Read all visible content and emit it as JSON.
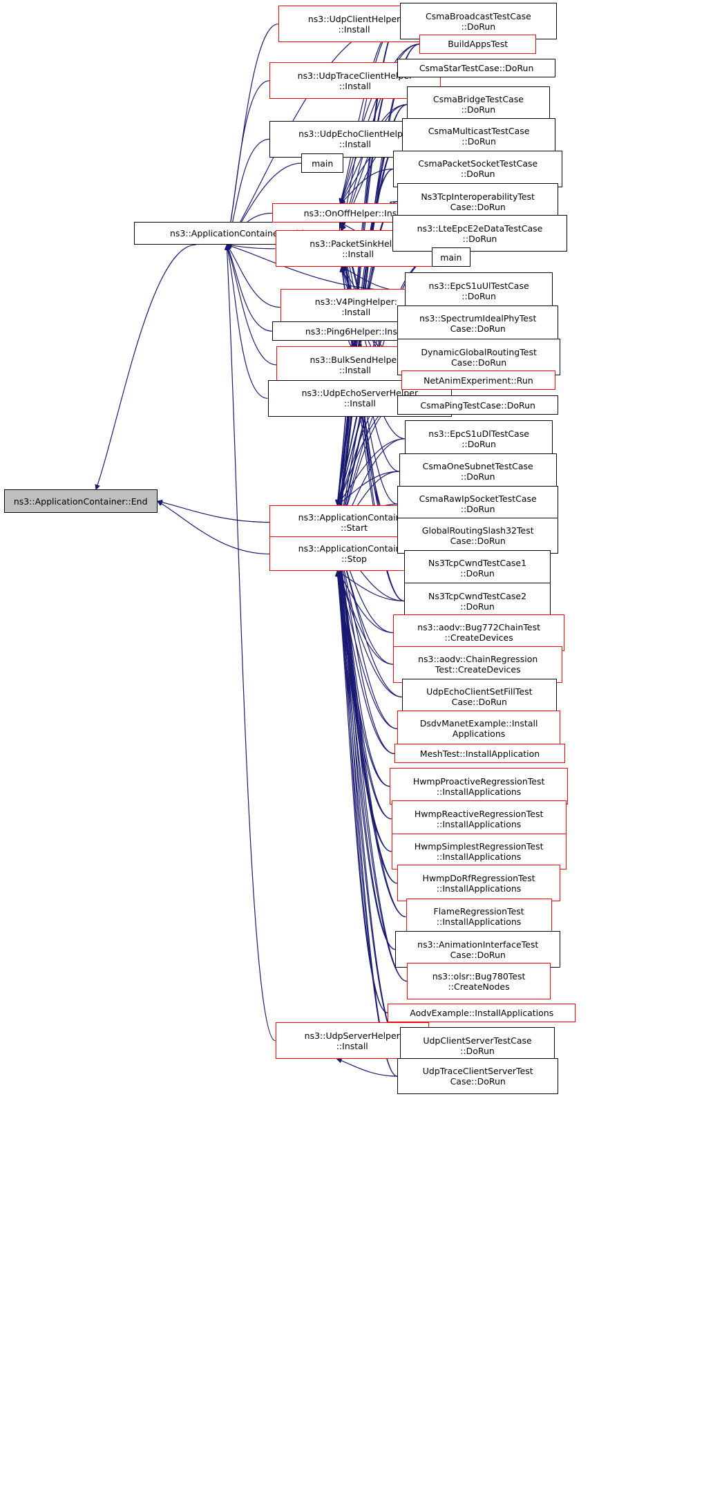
{
  "colors": {
    "edge": "#191970",
    "node_border": "#000000",
    "node_border_linked": "#ff0000",
    "root_fill": "#bfbfbf"
  },
  "nodes": {
    "root": {
      "lines": [
        "ns3::ApplicationContainer::End"
      ],
      "style": "root"
    },
    "add": {
      "lines": [
        "ns3::ApplicationContainer::Add"
      ],
      "style": "black"
    },
    "start": {
      "lines": [
        "ns3::ApplicationContainer",
        "::Start"
      ],
      "style": "red"
    },
    "stop": {
      "lines": [
        "ns3::ApplicationContainer",
        "::Stop"
      ],
      "style": "red"
    },
    "udpclient": {
      "lines": [
        "ns3::UdpClientHelper",
        "::Install"
      ],
      "style": "red"
    },
    "udptrace": {
      "lines": [
        "ns3::UdpTraceClientHelper",
        "::Install"
      ],
      "style": "red"
    },
    "udpecho": {
      "lines": [
        "ns3::UdpEchoClientHelper",
        "::Install"
      ],
      "style": "black"
    },
    "main1": {
      "lines": [
        "main"
      ],
      "style": "black"
    },
    "onoff": {
      "lines": [
        "ns3::OnOffHelper::Install"
      ],
      "style": "red"
    },
    "packetsink": {
      "lines": [
        "ns3::PacketSinkHelper",
        "::Install"
      ],
      "style": "red"
    },
    "v4ping": {
      "lines": [
        "ns3::V4PingHelper:",
        ":Install"
      ],
      "style": "red"
    },
    "ping6": {
      "lines": [
        "ns3::Ping6Helper::Install"
      ],
      "style": "black"
    },
    "bulksend": {
      "lines": [
        "ns3::BulkSendHelper",
        "::Install"
      ],
      "style": "red"
    },
    "udpechoserver": {
      "lines": [
        "ns3::UdpEchoServerHelper",
        "::Install"
      ],
      "style": "black"
    },
    "udpserver": {
      "lines": [
        "ns3::UdpServerHelper",
        "::Install"
      ],
      "style": "red"
    },
    "csmabroadcast": {
      "lines": [
        "CsmaBroadcastTestCase",
        "::DoRun"
      ],
      "style": "black"
    },
    "buildapps": {
      "lines": [
        "BuildAppsTest"
      ],
      "style": "red"
    },
    "csmastar": {
      "lines": [
        "CsmaStarTestCase::DoRun"
      ],
      "style": "black"
    },
    "csmabridge": {
      "lines": [
        "CsmaBridgeTestCase",
        "::DoRun"
      ],
      "style": "black"
    },
    "csmamulticast": {
      "lines": [
        "CsmaMulticastTestCase",
        "::DoRun"
      ],
      "style": "black"
    },
    "csmapacketsocket": {
      "lines": [
        "CsmaPacketSocketTestCase",
        "::DoRun"
      ],
      "style": "black"
    },
    "ns3tcpinterop": {
      "lines": [
        "Ns3TcpInteroperabilityTest",
        "Case::DoRun"
      ],
      "style": "black"
    },
    "lteepce2e": {
      "lines": [
        "ns3::LteEpcE2eDataTestCase",
        "::DoRun"
      ],
      "style": "black"
    },
    "main2": {
      "lines": [
        "main"
      ],
      "style": "black"
    },
    "epcs1uul": {
      "lines": [
        "ns3::EpcS1uUlTestCase",
        "::DoRun"
      ],
      "style": "black"
    },
    "spectrumideal": {
      "lines": [
        "ns3::SpectrumIdealPhyTest",
        "Case::DoRun"
      ],
      "style": "black"
    },
    "dynglobal": {
      "lines": [
        "DynamicGlobalRoutingTest",
        "Case::DoRun"
      ],
      "style": "black"
    },
    "netanim": {
      "lines": [
        "NetAnimExperiment::Run"
      ],
      "style": "red"
    },
    "csmaping": {
      "lines": [
        "CsmaPingTestCase::DoRun"
      ],
      "style": "black"
    },
    "epcs1udl": {
      "lines": [
        "ns3::EpcS1uDlTestCase",
        "::DoRun"
      ],
      "style": "black"
    },
    "csmaonesubnet": {
      "lines": [
        "CsmaOneSubnetTestCase",
        "::DoRun"
      ],
      "style": "black"
    },
    "csmarawip": {
      "lines": [
        "CsmaRawIpSocketTestCase",
        "::DoRun"
      ],
      "style": "black"
    },
    "globalslash32": {
      "lines": [
        "GlobalRoutingSlash32Test",
        "Case::DoRun"
      ],
      "style": "black"
    },
    "tcpcwnd1": {
      "lines": [
        "Ns3TcpCwndTestCase1",
        "::DoRun"
      ],
      "style": "black"
    },
    "tcpcwnd2": {
      "lines": [
        "Ns3TcpCwndTestCase2",
        "::DoRun"
      ],
      "style": "black"
    },
    "aodvbug772": {
      "lines": [
        "ns3::aodv::Bug772ChainTest",
        "::CreateDevices"
      ],
      "style": "red"
    },
    "aodvchain": {
      "lines": [
        "ns3::aodv::ChainRegression",
        "Test::CreateDevices"
      ],
      "style": "red"
    },
    "udpechofill": {
      "lines": [
        "UdpEchoClientSetFillTest",
        "Case::DoRun"
      ],
      "style": "black"
    },
    "dsdvmanet": {
      "lines": [
        "DsdvManetExample::Install",
        "Applications"
      ],
      "style": "red"
    },
    "meshtest": {
      "lines": [
        "MeshTest::InstallApplication"
      ],
      "style": "red"
    },
    "hwmpproactive": {
      "lines": [
        "HwmpProactiveRegressionTest",
        "::InstallApplications"
      ],
      "style": "red"
    },
    "hwmpreactive": {
      "lines": [
        "HwmpReactiveRegressionTest",
        "::InstallApplications"
      ],
      "style": "red"
    },
    "hwmpsimplest": {
      "lines": [
        "HwmpSimplestRegressionTest",
        "::InstallApplications"
      ],
      "style": "red"
    },
    "hwmpdorf": {
      "lines": [
        "HwmpDoRfRegressionTest",
        "::InstallApplications"
      ],
      "style": "red"
    },
    "flame": {
      "lines": [
        "FlameRegressionTest",
        "::InstallApplications"
      ],
      "style": "red"
    },
    "animiface": {
      "lines": [
        "ns3::AnimationInterfaceTest",
        "Case::DoRun"
      ],
      "style": "black"
    },
    "olsrbug780": {
      "lines": [
        "ns3::olsr::Bug780Test",
        "::CreateNodes"
      ],
      "style": "red"
    },
    "aodvexample": {
      "lines": [
        "AodvExample::InstallApplications"
      ],
      "style": "red"
    },
    "udpclientserver": {
      "lines": [
        "UdpClientServerTestCase",
        "::DoRun"
      ],
      "style": "black"
    },
    "udptraceclientserver": {
      "lines": [
        "UdpTraceClientServerTest",
        "Case::DoRun"
      ],
      "style": "black"
    }
  }
}
